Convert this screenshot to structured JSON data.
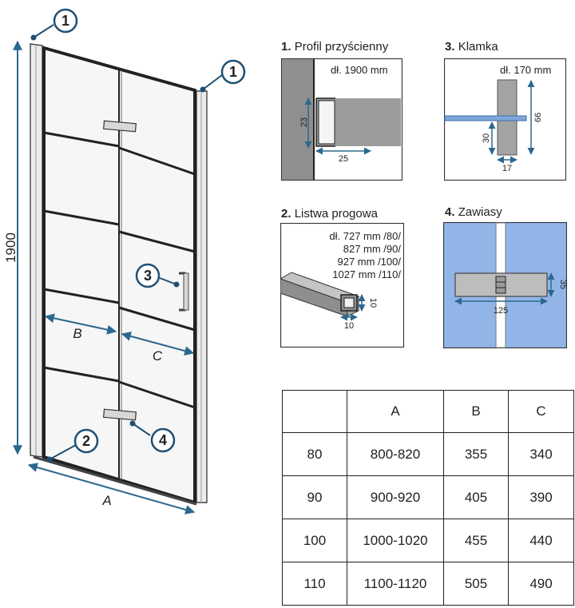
{
  "main_drawing": {
    "height_label": "1900",
    "dimension_a": "A",
    "dimension_b": "B",
    "dimension_c": "C",
    "callouts": [
      "1",
      "1",
      "2",
      "3",
      "4"
    ]
  },
  "details": [
    {
      "number": "1.",
      "title": "Profil przyścienny",
      "note": "dł. 1900 mm",
      "dims": [
        "23",
        "25"
      ]
    },
    {
      "number": "3.",
      "title": "Klamka",
      "note": "dł. 170 mm",
      "dims": [
        "66",
        "30",
        "17"
      ]
    },
    {
      "number": "2.",
      "title": "Listwa progowa",
      "note_lines": [
        "dł. 727 mm /80/",
        "827 mm /90/",
        "927 mm /100/",
        "1027 mm /110/"
      ],
      "dims": [
        "10",
        "10"
      ]
    },
    {
      "number": "4.",
      "title": "Zawiasy",
      "dims": [
        "35",
        "125"
      ]
    }
  ],
  "table": {
    "headers": [
      "",
      "A",
      "B",
      "C"
    ],
    "rows": [
      [
        "80",
        "800-820",
        "355",
        "340"
      ],
      [
        "90",
        "900-920",
        "405",
        "390"
      ],
      [
        "100",
        "1000-1020",
        "455",
        "440"
      ],
      [
        "110",
        "1100-1120",
        "505",
        "490"
      ]
    ]
  },
  "colors": {
    "dimension": "#2a6890",
    "callout_stroke": "#1f4f73",
    "hinge_bg": "#92b5e8",
    "wall": "#8f8f8f"
  }
}
